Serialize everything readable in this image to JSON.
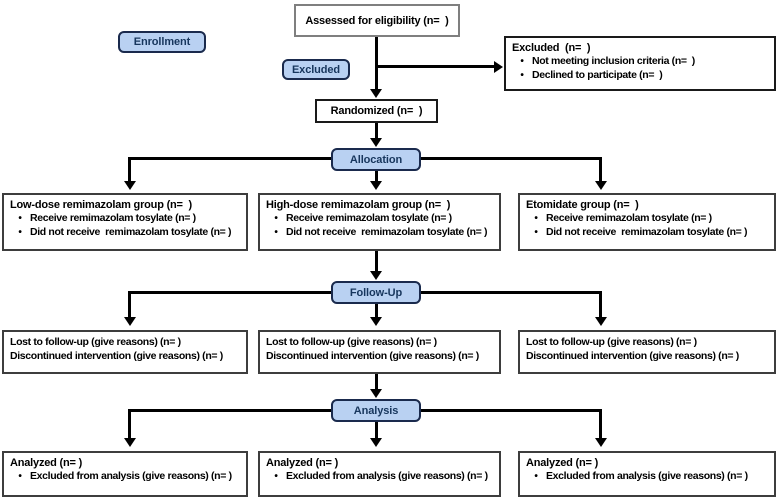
{
  "glyphs": {
    "bullet": "•"
  },
  "colors": {
    "badge_fill": "#b9d1f2",
    "badge_border": "#1a2a4d",
    "badge_text": "#17365d",
    "box_border": "#1a1a1a",
    "arrow": "#000000"
  },
  "badges": {
    "enrollment": "Enrollment",
    "excluded": "Excluded",
    "allocation": "Allocation",
    "followup": "Follow-Up",
    "analysis": "Analysis"
  },
  "boxes": {
    "assessed": {
      "title": "Assessed for eligibility (n=  )"
    },
    "excluded": {
      "title": "Excluded  (n=  )",
      "bullets": [
        "Not meeting inclusion criteria (n=  )",
        "Declined to participate (n=  )"
      ]
    },
    "randomized": {
      "title": "Randomized (n=  )"
    },
    "allocation": [
      {
        "title": "Low-dose remimazolam group (n=  )",
        "bullets": [
          "Receive remimazolam tosylate (n= )",
          "Did not receive  remimazolam tosylate (n= )"
        ]
      },
      {
        "title": "High-dose remimazolam group (n=  )",
        "bullets": [
          "Receive remimazolam tosylate (n= )",
          "Did not receive  remimazolam tosylate (n= )"
        ]
      },
      {
        "title": "Etomidate group (n=  )",
        "bullets": [
          "Receive remimazolam tosylate (n= )",
          "Did not receive  remimazolam tosylate (n= )"
        ]
      }
    ],
    "followup": [
      {
        "lines": [
          "Lost to follow-up (give reasons) (n= )",
          "Discontinued intervention (give reasons) (n= )"
        ]
      },
      {
        "lines": [
          "Lost to follow-up (give reasons) (n= )",
          "Discontinued intervention (give reasons) (n= )"
        ]
      },
      {
        "lines": [
          "Lost to follow-up (give reasons) (n= )",
          "Discontinued intervention (give reasons) (n= )"
        ]
      }
    ],
    "analysis": [
      {
        "title": "Analyzed (n= )",
        "bullets": [
          "Excluded from analysis (give reasons) (n= )"
        ]
      },
      {
        "title": "Analyzed (n= )",
        "bullets": [
          "Excluded from analysis (give reasons) (n= )"
        ]
      },
      {
        "title": "Analyzed (n= )",
        "bullets": [
          "Excluded from analysis (give reasons) (n= )"
        ]
      }
    ]
  }
}
